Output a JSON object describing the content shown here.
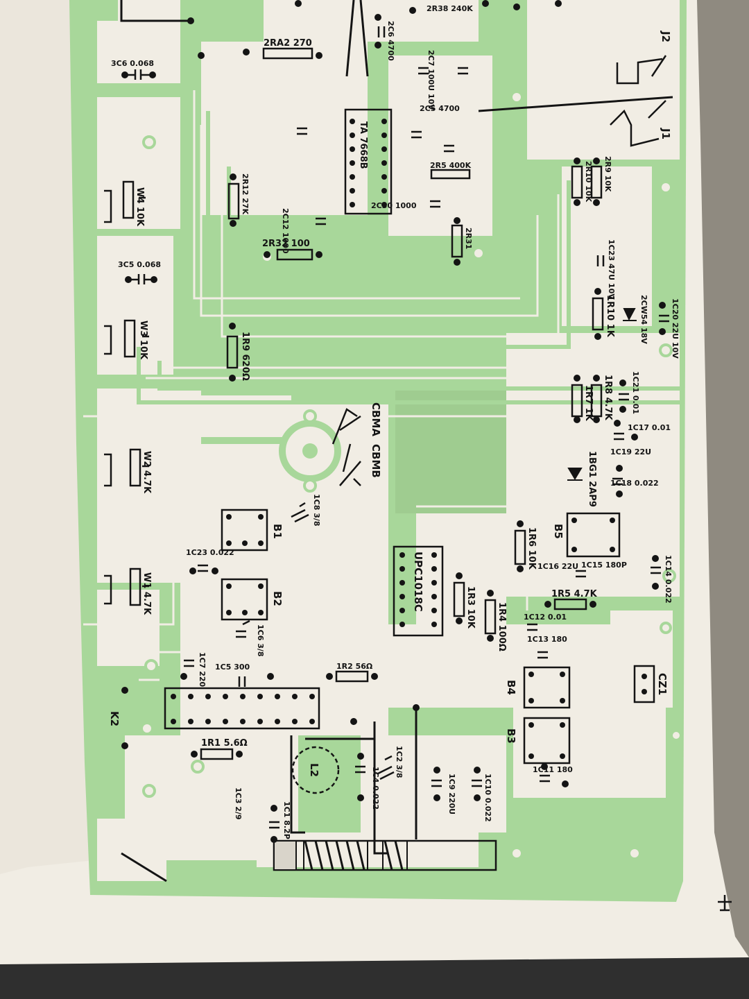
{
  "colors": {
    "paper": "#f1ede4",
    "copper": "#a8d79a",
    "ink": "#141414",
    "shadow": "#3a3a3a"
  },
  "labels": {
    "r_2r42": "2RA2 270",
    "r_2r38": "2R38 240K",
    "c_2c6": "2C6 4700",
    "c_3c6": "3C6 0.068",
    "c_3c5": "3C5 0.068",
    "vr_w4": "W4 10K",
    "vr_w3": "W3 10K",
    "vr_w2": "W2 4.7K",
    "vr_w1": "W1 4.7K",
    "r_2r12": "2R12 27K",
    "r_2r32": "2R32 100",
    "c_2c5": "2C5 4700",
    "c_2c7": "2C7 100U 10V",
    "r_2r5": "2R5 400K",
    "r_2r10": "2R10 10K",
    "r_2r9": "2R9 10K",
    "r_2r31": "2R31",
    "c_2c30": "2C30 1000",
    "c_2c12": "2C12 1000",
    "ic_ta": "TA 7668B",
    "c_1c23": "1C23 47U 10V",
    "r_1r10": "1R10 1K",
    "c_1c20": "1C20 22U 10V",
    "d_2cw": "2CW54 18V",
    "r_1r9": "1R9 620Ω",
    "r_1r8": "1R8 4.7K",
    "r_1r7": "1R7 1K",
    "c_1c21": "1C21 0.01",
    "c_1c17": "1C17 0.01",
    "c_1c19": "1C19 22U",
    "c_1c18": "1C18 0.022",
    "d_1bg1": "1BG1 2AP9",
    "cap_cbma": "CBMA",
    "cap_cbmb": "CBMB",
    "t_b1": "B1",
    "t_b2": "B2",
    "t_b3": "B3",
    "t_b4": "B4",
    "t_b5": "B5",
    "c_1c8": "1C8 3/8",
    "c_1c6": "1C6 3/8",
    "c_1c23b": "1C23 0.022",
    "ic_upc": "UPC1018C",
    "r_1r6": "1R6 10K",
    "r_1r3": "1R3 10K",
    "r_1r4": "1R4 100Ω",
    "c_1c16": "1C16 22U",
    "c_1c15": "1C15 180P",
    "c_1c14": "1C14 0.022",
    "r_1r5": "1R5 4.7K",
    "c_1c12": "1C12 0.01",
    "c_1c13": "1C13 180",
    "c_1c11": "1C11 180",
    "c_1c7": "1C7 220",
    "c_1c5": "1C5 300",
    "r_1r2": "1R2 56Ω",
    "r_1r1": "1R1 5.6Ω",
    "c_1c3": "1C3 2/9",
    "c_1c1": "1C1 8.2P",
    "c_1c4": "1C4 0.022",
    "c_1c2": "1C2 3/8",
    "c_1c9": "1C9 220U",
    "c_1c10": "1C10 0.022",
    "l_l2": "L2",
    "k_k2": "K2",
    "j_j1": "J1",
    "j_j2": "J2",
    "cz1": "CZ1"
  }
}
